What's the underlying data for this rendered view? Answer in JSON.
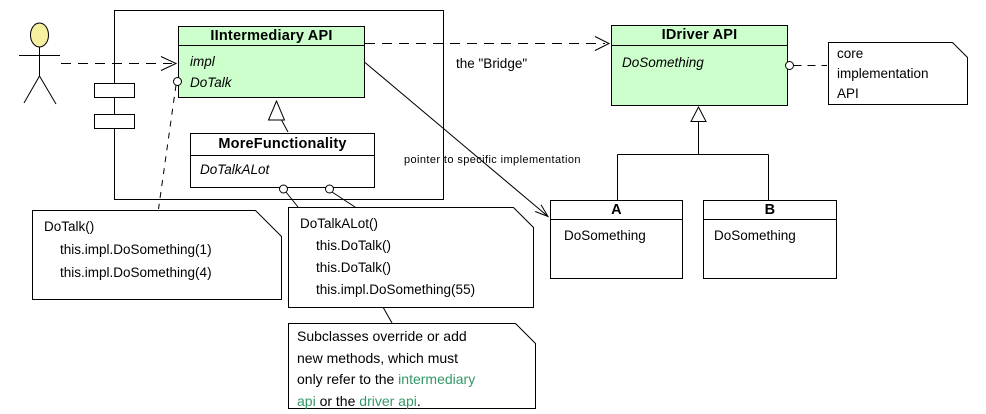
{
  "labels": {
    "bridge": "the \"Bridge\"",
    "pointer": "pointer to specific implementation"
  },
  "classes": {
    "intermediary": {
      "name": "IIntermediary API",
      "members": [
        "impl",
        "DoTalk"
      ]
    },
    "more_functionality": {
      "name": "MoreFunctionality",
      "members": [
        "DoTalkALot"
      ]
    },
    "idriver": {
      "name": "IDriver API",
      "members": [
        "DoSomething"
      ]
    },
    "impl_a": {
      "name": "A",
      "members": [
        "DoSomething"
      ]
    },
    "impl_b": {
      "name": "B",
      "members": [
        "DoSomething"
      ]
    }
  },
  "notes": {
    "dotalk": {
      "lines": [
        "DoTalk()",
        "this.impl.DoSomething(1)",
        "this.impl.DoSomething(4)"
      ]
    },
    "dotalkalot": {
      "lines": [
        "DoTalkALot()",
        "this.DoTalk()",
        "this.DoTalk()",
        "this.impl.DoSomething(55)"
      ]
    },
    "core": {
      "lines": [
        "core",
        "implementation",
        "API"
      ]
    },
    "subclasses": {
      "line1": "Subclasses override or add",
      "line2": "new methods, which must",
      "line3_black": "only refer to the ",
      "line3_green": "intermediary",
      "line4_green1": "api",
      "line4_black": " or the ",
      "line4_green2": "driver api",
      "line4_end": "."
    }
  },
  "colors": {
    "class_fill": "#CCFFCC",
    "green_text": "#339966",
    "actor_head": "#F6F1A0",
    "line": "#000000",
    "background": "#FFFFFF"
  }
}
